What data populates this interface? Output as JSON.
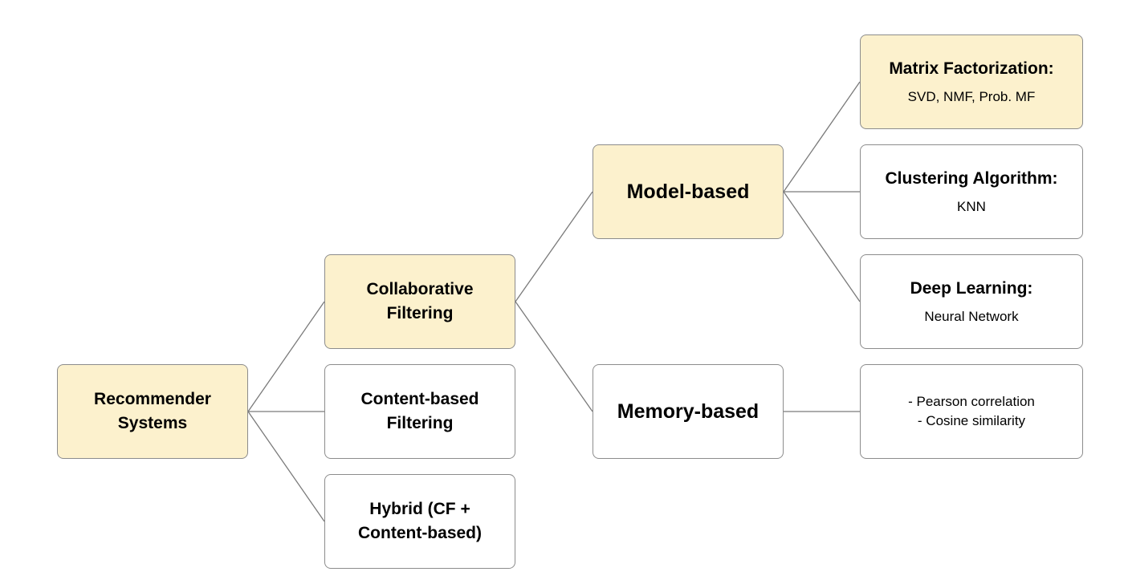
{
  "diagram": {
    "colors": {
      "highlight": "#fcf1cd",
      "default": "#ffffff",
      "border": "#8c8c8c",
      "connector": "#7a7a7a"
    },
    "nodes": {
      "recommender_systems": {
        "title": "Recommender\nSystems",
        "highlighted": true
      },
      "collaborative_filtering": {
        "title": "Collaborative\nFiltering",
        "highlighted": true
      },
      "content_based_filtering": {
        "title": "Content-based\nFiltering",
        "highlighted": false
      },
      "hybrid": {
        "title": "Hybrid (CF +\nContent-based)",
        "highlighted": false
      },
      "model_based": {
        "title": "Model-based",
        "highlighted": true
      },
      "memory_based": {
        "title": "Memory-based",
        "highlighted": false
      },
      "matrix_factorization": {
        "title": "Matrix Factorization:",
        "detail": "SVD, NMF, Prob. MF",
        "highlighted": true
      },
      "clustering_algorithm": {
        "title": "Clustering Algorithm:",
        "detail": "KNN",
        "highlighted": false
      },
      "deep_learning": {
        "title": "Deep Learning:",
        "detail": "Neural Network",
        "highlighted": false
      },
      "memory_methods": {
        "detail": "- Pearson correlation\n- Cosine similarity",
        "highlighted": false
      }
    },
    "edges": [
      [
        "recommender_systems",
        "collaborative_filtering"
      ],
      [
        "recommender_systems",
        "content_based_filtering"
      ],
      [
        "recommender_systems",
        "hybrid"
      ],
      [
        "collaborative_filtering",
        "model_based"
      ],
      [
        "collaborative_filtering",
        "memory_based"
      ],
      [
        "model_based",
        "matrix_factorization"
      ],
      [
        "model_based",
        "clustering_algorithm"
      ],
      [
        "model_based",
        "deep_learning"
      ],
      [
        "memory_based",
        "memory_methods"
      ]
    ]
  }
}
